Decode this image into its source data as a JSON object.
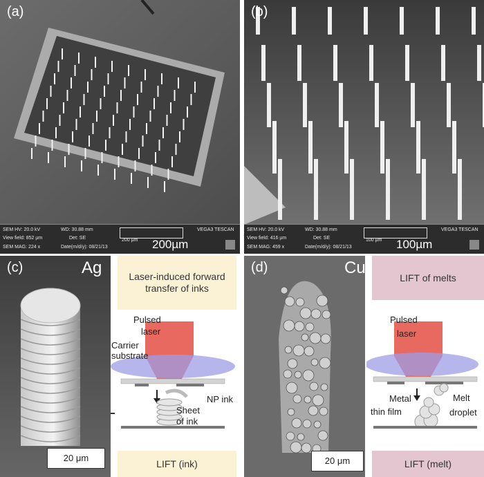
{
  "panels": {
    "a": {
      "label": "(a)",
      "sem": {
        "hv": "SEM HV: 20.0 kV",
        "wd": "WD: 30.88 mm",
        "view_field": "View field: 852 µm",
        "det": "Det: SE",
        "mag": "SEM MAG: 224 x",
        "date": "Date(m/d/y): 08/21/13",
        "scale_small": "200 µm",
        "brand": "VEGA3 TESCAN",
        "scale_big": "200µm"
      }
    },
    "b": {
      "label": "(b)",
      "sem": {
        "hv": "SEM HV: 20.0 kV",
        "wd": "WD: 30.88 mm",
        "view_field": "View field: 416 µm",
        "det": "Det: SE",
        "mag": "SEM MAG: 459 x",
        "date": "Date(m/d/y): 08/21/13",
        "scale_small": "100 µm",
        "brand": "VEGA3 TESCAN",
        "scale_big": "100µm"
      }
    },
    "c": {
      "label": "(c)",
      "element": "Ag",
      "top_box": "Laser-induced forward transfer of inks",
      "pulsed_laser_1": "Pulsed",
      "pulsed_laser_2": "laser",
      "carrier_1": "Carrier",
      "carrier_2": "substrate",
      "np_ink": "NP ink",
      "sheet_1": "Sheet",
      "sheet_2": "of ink",
      "bottom_box": "LIFT (ink)",
      "scale_bar": "20 μm"
    },
    "d": {
      "label": "(d)",
      "element": "Cu",
      "top_box": "LIFT of melts",
      "pulsed_laser_1": "Pulsed",
      "pulsed_laser_2": "laser",
      "metal_1": "Metal",
      "metal_2": "thin film",
      "melt_1": "Melt",
      "melt_2": "droplet",
      "bottom_box": "LIFT (melt)",
      "scale_bar": "20 μm"
    }
  },
  "colors": {
    "ink_box": "#fbf2d6",
    "melt_box": "#e3c6d0",
    "laser": "#e8695f",
    "lens": "#9d9ee6"
  }
}
